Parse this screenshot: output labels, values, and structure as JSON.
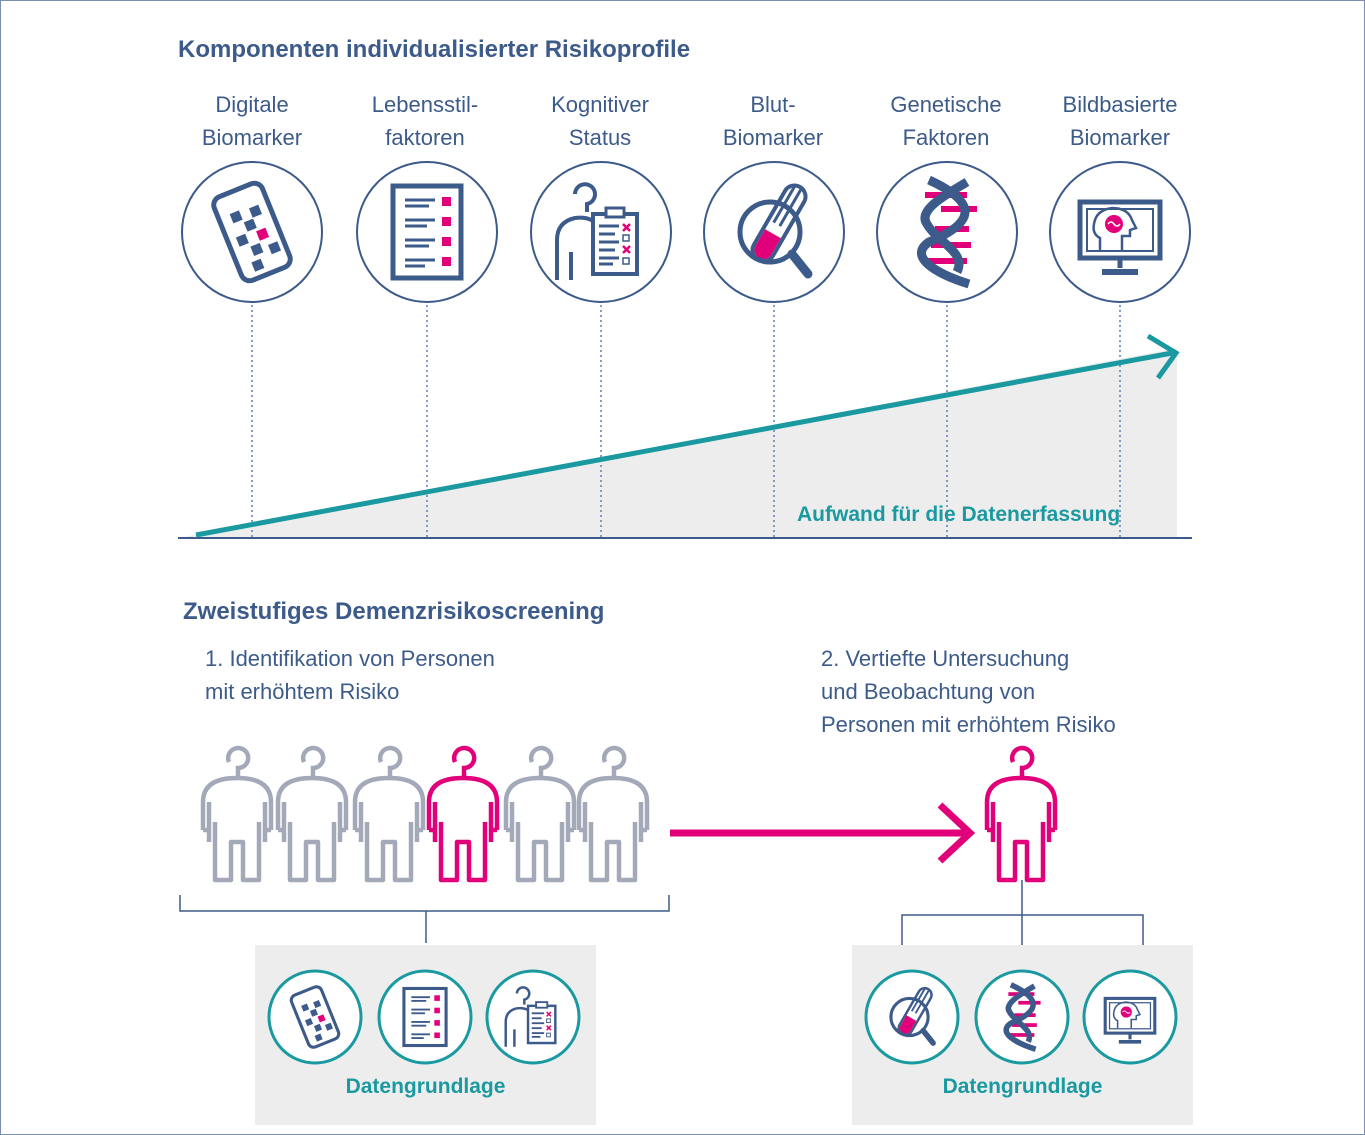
{
  "section1": {
    "title": "Komponenten individualisierter Risikoprofile",
    "components": [
      {
        "line1": "Digitale",
        "line2": "Biomarker",
        "icon": "smartphone-icon"
      },
      {
        "line1": "Lebensstil-",
        "line2": "faktoren",
        "icon": "checklist-document-icon"
      },
      {
        "line1": "Kognitiver",
        "line2": "Status",
        "icon": "person-clipboard-icon"
      },
      {
        "line1": "Blut-",
        "line2": "Biomarker",
        "icon": "test-tube-magnifier-icon"
      },
      {
        "line1": "Genetische",
        "line2": "Faktoren",
        "icon": "dna-icon"
      },
      {
        "line1": "Bildbasierte",
        "line2": "Biomarker",
        "icon": "brain-monitor-icon"
      }
    ],
    "effort_label": "Aufwand für die Datenerfassung"
  },
  "section2": {
    "title": "Zweistufiges Demenzrisikoscreening",
    "step1": {
      "line1": "1. Identifikation von Personen",
      "line2": "mit erhöhtem Risiko"
    },
    "step2": {
      "line1": "2. Vertiefte Untersuchung",
      "line2": "und Beobachtung von",
      "line3": "Personen mit erhöhtem Risiko"
    },
    "data_label_left": "Datengrundlage",
    "data_label_right": "Datengrundlage"
  },
  "colors": {
    "navy": "#3d5b8a",
    "teal": "#1a9aa0",
    "magenta": "#e2007a",
    "grey_person": "#a3a9b8",
    "panel_grey": "#ededed"
  }
}
